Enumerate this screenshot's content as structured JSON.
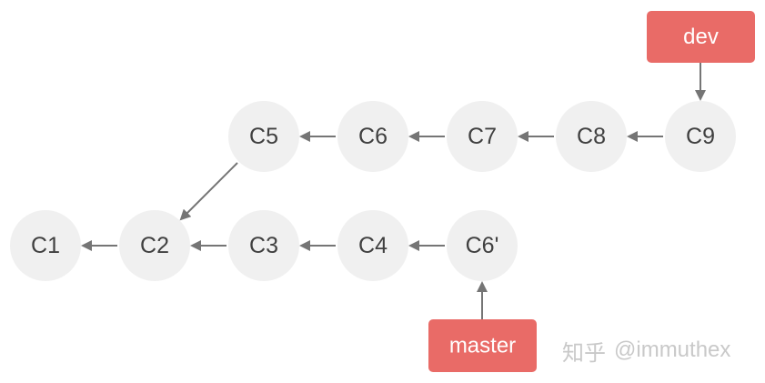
{
  "diagram": {
    "nodes": [
      {
        "id": "C1",
        "label": "C1"
      },
      {
        "id": "C2",
        "label": "C2"
      },
      {
        "id": "C3",
        "label": "C3"
      },
      {
        "id": "C4",
        "label": "C4"
      },
      {
        "id": "C6p",
        "label": "C6'"
      },
      {
        "id": "C5",
        "label": "C5"
      },
      {
        "id": "C6",
        "label": "C6"
      },
      {
        "id": "C7",
        "label": "C7"
      },
      {
        "id": "C8",
        "label": "C8"
      },
      {
        "id": "C9",
        "label": "C9"
      }
    ],
    "edges": [
      {
        "from": "C2",
        "to": "C1"
      },
      {
        "from": "C3",
        "to": "C2"
      },
      {
        "from": "C4",
        "to": "C3"
      },
      {
        "from": "C6p",
        "to": "C4"
      },
      {
        "from": "C5",
        "to": "C2"
      },
      {
        "from": "C6",
        "to": "C5"
      },
      {
        "from": "C7",
        "to": "C6"
      },
      {
        "from": "C8",
        "to": "C7"
      },
      {
        "from": "C9",
        "to": "C8"
      }
    ],
    "branches": [
      {
        "id": "dev",
        "label": "dev",
        "points_to": "C9"
      },
      {
        "id": "master",
        "label": "master",
        "points_to": "C6p"
      }
    ],
    "colors": {
      "node_fill": "#f0f0f0",
      "node_text": "#404040",
      "edge": "#757575",
      "branch_fill": "#e96b67",
      "branch_text": "#ffffff",
      "watermark": "#c9c9c9"
    }
  },
  "watermark": {
    "platform": "知乎",
    "handle": "@immuthex"
  }
}
